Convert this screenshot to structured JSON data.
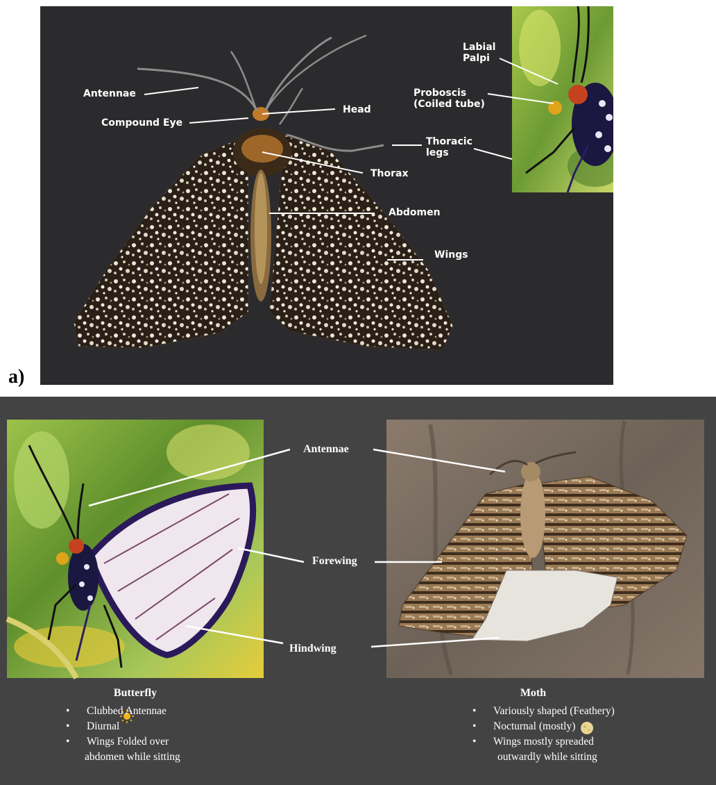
{
  "panel_a": {
    "panel_label": "a)",
    "labels": {
      "antennae": "Antennae",
      "compound_eye": "Compound Eye",
      "head": "Head",
      "thoracic_legs": "Thoracic\nlegs",
      "thorax": "Thorax",
      "abdomen": "Abdomen",
      "wings": "Wings",
      "labial_palpi": "Labial\nPalpi",
      "proboscis": "Proboscis\n(Coiled tube)"
    }
  },
  "panel_b": {
    "labels": {
      "antennae": "Antennae",
      "forewing": "Forewing",
      "hindwing": "Hindwing"
    },
    "butterfly": {
      "title": "Butterfly",
      "traits": [
        "Clubbed Antennae",
        "Diurnal",
        "Wings Folded over"
      ],
      "trait_continued": "abdomen while sitting",
      "diurnal_icon": "sun-icon"
    },
    "moth": {
      "title": "Moth",
      "traits": [
        "Variously shaped (Feathery)",
        "Nocturnal (mostly)",
        "Wings mostly spreaded"
      ],
      "trait_continued": "outwardly while sitting",
      "nocturnal_icon": "moon-icon"
    }
  },
  "colors": {
    "panel_a_bg": "#2b2b2d",
    "panel_b_bg": "#434343",
    "leader_line": "#ffffff",
    "moth_wing_dark": "#2a2018",
    "moth_wing_light": "#e8e2d2",
    "butterfly_wing": "#efe6ee",
    "butterfly_border": "#2a1a5a",
    "foliage": "#7fae3c"
  }
}
